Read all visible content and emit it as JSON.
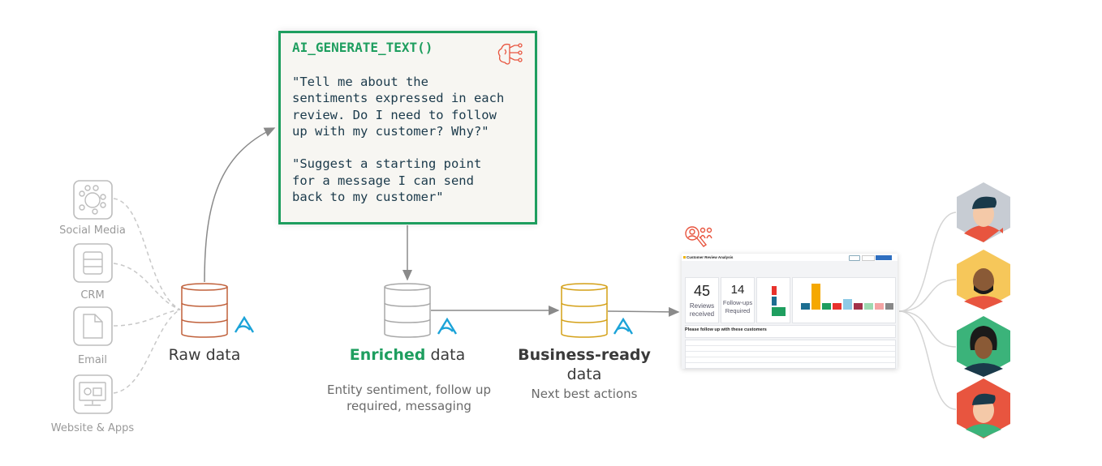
{
  "sources": [
    {
      "label": "Social Media",
      "icon": "social-network-icon"
    },
    {
      "label": "CRM",
      "icon": "database-icon"
    },
    {
      "label": "Email",
      "icon": "document-icon"
    },
    {
      "label": "Website & Apps",
      "icon": "monitor-icon"
    }
  ],
  "stages": {
    "raw": {
      "label": "Raw data",
      "color": "#c0603a"
    },
    "enriched": {
      "label_highlight": "Enriched",
      "label_rest": " data",
      "highlight_color": "#1e9e5f",
      "sub1": "Entity sentiment, follow up",
      "sub2": "required, messaging",
      "color": "#9a9a9a"
    },
    "business": {
      "label1": "Business-ready",
      "label2": "data",
      "sub": "Next best actions",
      "color": "#d4a017"
    }
  },
  "prompt": {
    "title": "AI_GENERATE_TEXT()",
    "text": "\"Tell me about the\nsentiments expressed in each\nreview. Do I need to follow\nup with my customer? Why?\"\n\n\"Suggest a starting point\nfor a message I can send\nback to my customer\"",
    "accent": "#1e9e5f",
    "icon": "brain-circuit-icon"
  },
  "dashboard": {
    "title": "Customer Review Analysis",
    "kpi1_value": "45",
    "kpi1_label": "Reviews received",
    "kpi2_value": "14",
    "kpi2_label": "Follow-ups Required",
    "section_title": "Please follow up with these customers",
    "icon": "customer-search-icon"
  },
  "colors": {
    "logo": "#1ba3d8",
    "brand_icon": "#e8553f",
    "arrow": "#8a8a8a"
  }
}
